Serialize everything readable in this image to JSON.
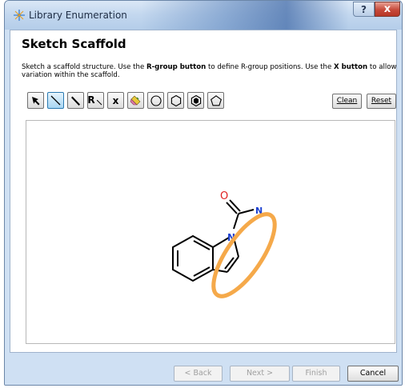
{
  "window": {
    "title": "Library Enumeration",
    "help_label": "?",
    "close_label": "x"
  },
  "page": {
    "heading": "Sketch Scaffold",
    "instructions": {
      "part1": "Sketch a scaffold structure. Use the ",
      "bold1": "R-group button",
      "part2": " to define R-group positions. Use the ",
      "bold2": "X button",
      "part3": " to allow variation within the scaffold."
    }
  },
  "toolbar": {
    "tools": [
      {
        "name": "select-tool",
        "icon": "arrow-pointer-icon",
        "selected": false
      },
      {
        "name": "bond-tool",
        "icon": "line-icon",
        "selected": true
      },
      {
        "name": "stereo-bond-tool",
        "icon": "wedge-icon",
        "selected": false
      },
      {
        "name": "r-group-tool",
        "label": "R",
        "selected": false
      },
      {
        "name": "x-variation-tool",
        "label": "x",
        "selected": false
      },
      {
        "name": "eraser-tool",
        "icon": "eraser-icon",
        "selected": false
      },
      {
        "name": "ring-tool-cyclohexane",
        "icon": "circle-ring-icon",
        "selected": false
      },
      {
        "name": "ring-tool-hexagon",
        "icon": "hexagon-icon",
        "selected": false
      },
      {
        "name": "ring-tool-benzene",
        "icon": "benzene-icon",
        "selected": false
      },
      {
        "name": "ring-tool-pentagon",
        "icon": "pentagon-icon",
        "selected": false
      }
    ],
    "r_label": "R",
    "x_label": "x",
    "clean_label": "Clean",
    "reset_label": "Reset"
  },
  "molecule": {
    "atom_o": "O",
    "atom_n_amide": "N",
    "atom_n_ring": "N",
    "highlight_color": "#f5a94a",
    "oxygen_color": "#e02020",
    "nitrogen_color": "#1a3fd0"
  },
  "footer": {
    "back_label": "< Back",
    "next_label": "Next >",
    "finish_label": "Finish",
    "cancel_label": "Cancel"
  }
}
